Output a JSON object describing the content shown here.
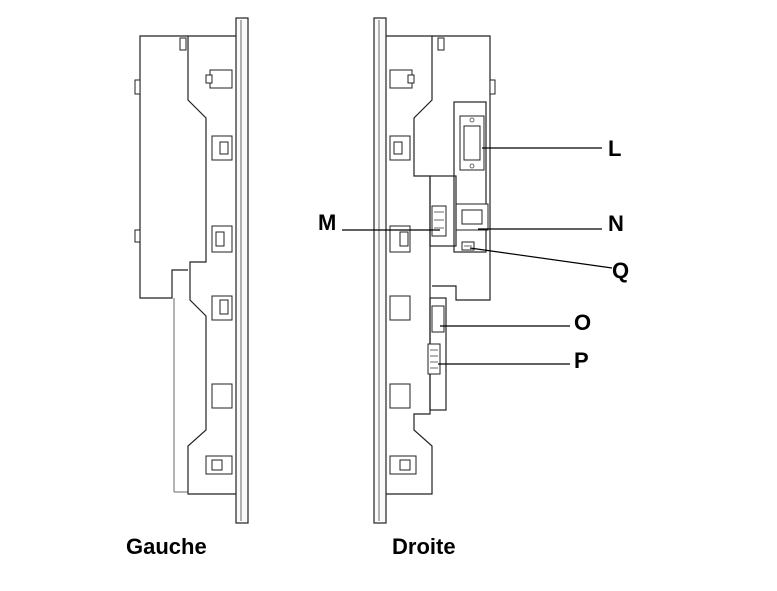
{
  "captions": {
    "left": "Gauche",
    "right": "Droite"
  },
  "callouts": {
    "L": "L",
    "M": "M",
    "N": "N",
    "Q": "Q",
    "O": "O",
    "P": "P"
  }
}
